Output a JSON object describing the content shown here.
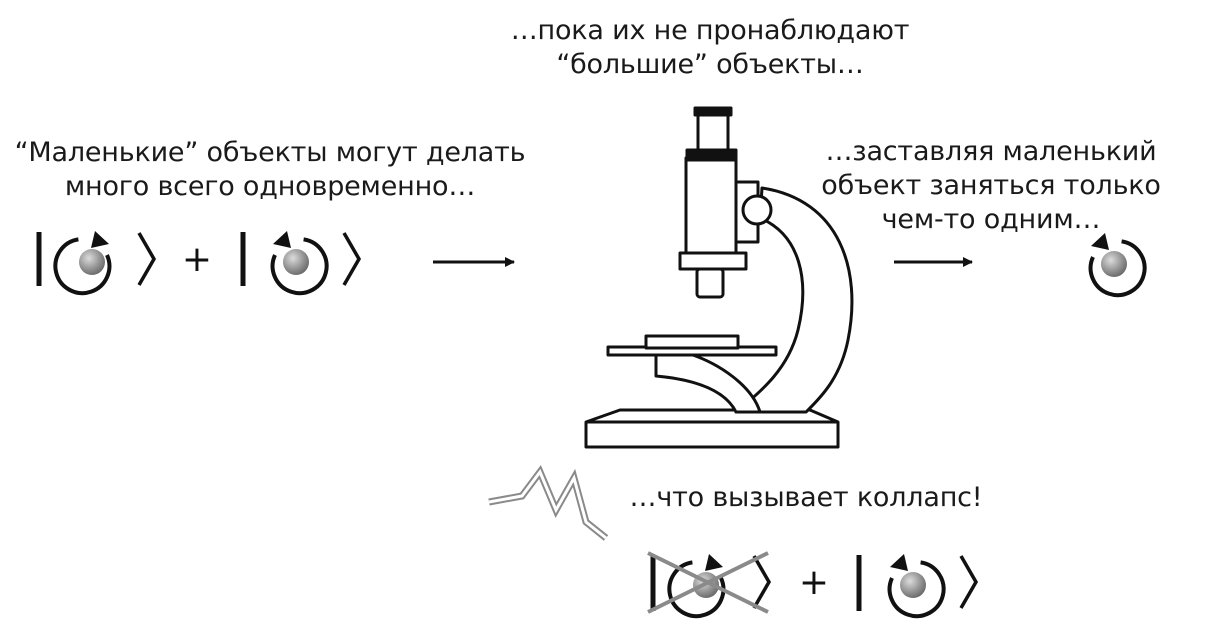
{
  "captions": {
    "small_objects": {
      "line1": "“Маленькие” объекты могут делать",
      "line2": "много всего одновременно…"
    },
    "big_objects": {
      "line1": "…пока их не пронаблюдают",
      "line2": "“большие” объекты…"
    },
    "forcing": {
      "line1": "…заставляя маленький",
      "line2": "объект заняться только",
      "line3": "чем-то одним…"
    },
    "collapse": {
      "line1": "…что вызывает коллапс!"
    }
  },
  "equations": {
    "plus_sign": "+"
  },
  "icons": {
    "state_clockwise": "clockwise-spin-icon",
    "state_counterclockwise": "counterclockwise-spin-icon",
    "microscope": "microscope-icon",
    "lightning": "lightning-bolt-icon"
  },
  "colors": {
    "ink": "#111111",
    "ball": "#9a9a9a",
    "strike": "#8a8a8a",
    "bolt": "#8a8a8a"
  }
}
